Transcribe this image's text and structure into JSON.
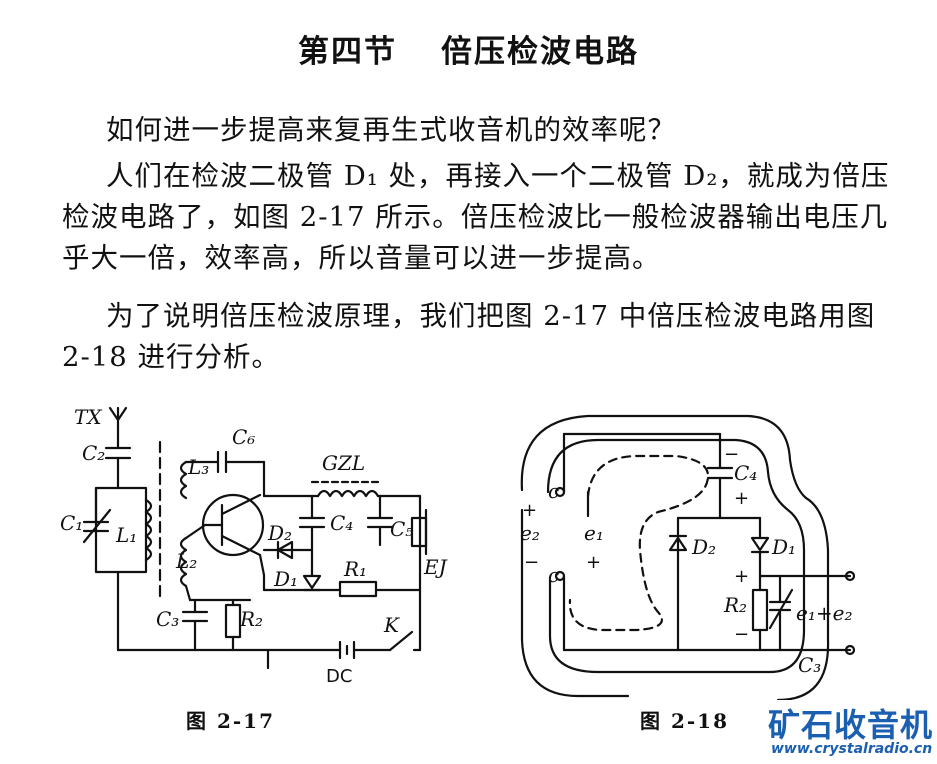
{
  "heading": {
    "section": "第四节",
    "title": "倍压检波电路"
  },
  "paragraphs": [
    "如何进一步提高来复再生式收音机的效率呢？",
    "人们在检波二极管 D₁ 处，再接入一个二极管 D₂，就成为倍压检波电路了，如图 2-17 所示。倍压检波比一般检波器输出电压几乎大一倍，效率高，所以音量可以进一步提高。",
    "为了说明倍压检波原理，我们把图 2-17 中倍压检波电路用图 2-18 进行分析。"
  ],
  "figure_2_17": {
    "caption": "图  2-17",
    "labels": {
      "antenna": "TX",
      "c2": "C₂",
      "c1": "C₁",
      "l1": "L₁",
      "l3": "L₃",
      "c6": "C₆",
      "l2": "L₂",
      "gzl": "GZL",
      "c4": "C₄",
      "c5": "C₅",
      "d2": "D₂",
      "d1": "D₁",
      "r1": "R₁",
      "ej": "EJ",
      "c3": "C₃",
      "r2": "R₂",
      "k": "K",
      "dc": "DC"
    }
  },
  "figure_2_18": {
    "caption": "图  2-18",
    "labels": {
      "c_top": "c",
      "c_bottom": "c",
      "e2": "e₂",
      "plus_e2": "+",
      "minus_e2": "−",
      "e1": "e₁",
      "plus_e1": "+",
      "c4": "C₄",
      "c4_minus": "−",
      "c4_plus": "+",
      "d2": "D₂",
      "d1": "D₁",
      "plus_out": "+",
      "r2": "R₂",
      "minus_out": "−",
      "e1e2": "e₁+e₂",
      "c3": "C₃"
    }
  },
  "watermark": {
    "name": "矿石收音机",
    "url": "www.crystalradio.cn"
  }
}
